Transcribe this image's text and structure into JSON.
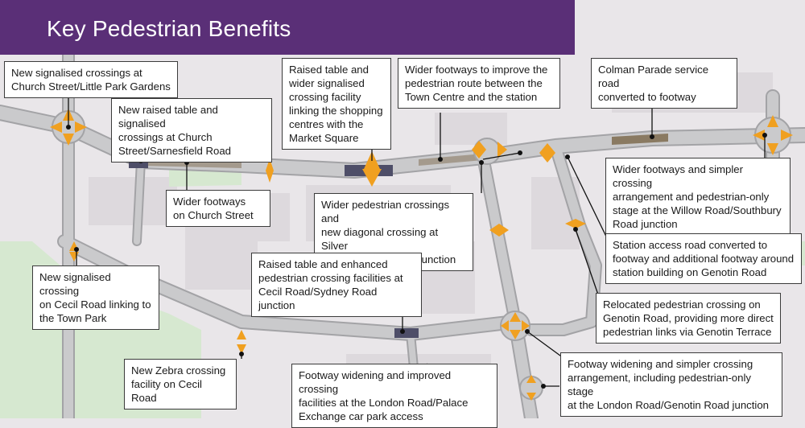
{
  "title": "Key Pedestrian Benefits",
  "colors": {
    "title_bar": "#5a2f77",
    "road": "#c9c9cb",
    "road_edge": "#9d9d9f",
    "green_space": "#d6e8d0",
    "footway_highlight": "#8a7a62",
    "crossing_marker": "#f0a020",
    "raised_table": "#4e4e68"
  },
  "callouts": [
    {
      "id": "church-street-little-park",
      "text": "New signalised crossings at\nChurch Street/Little Park Gardens"
    },
    {
      "id": "church-street-sarnesfield",
      "text": "New raised table and signalised\ncrossings at Church\nStreet/Sarnesfield Road"
    },
    {
      "id": "church-street-footways",
      "text": "Wider footways\non Church Street"
    },
    {
      "id": "market-square-table",
      "text": "Raised table and\nwider signalised\ncrossing facility\nlinking the shopping\ncentres with the\nMarket Square"
    },
    {
      "id": "town-centre-station-footways",
      "text": "Wider footways to improve the\npedestrian route between the\nTown Centre and the station"
    },
    {
      "id": "colman-parade",
      "text": "Colman Parade service road\nconverted to footway"
    },
    {
      "id": "willow-southbury",
      "text": "Wider footways and simpler crossing\narrangement and pedestrian-only\nstage at the Willow Road/Southbury\nRoad junction"
    },
    {
      "id": "silver-london-diagonal",
      "text": "Wider pedestrian crossings and\nnew diagonal crossing at Silver\nStreet/London Road junction"
    },
    {
      "id": "station-access-road",
      "text": "Station access road converted to\nfootway and additional footway around\nstation building on Genotin Road"
    },
    {
      "id": "cecil-town-park",
      "text": "New signalised crossing\non Cecil Road linking to\nthe Town Park"
    },
    {
      "id": "cecil-sydney",
      "text": "Raised table and enhanced\npedestrian crossing facilities at\nCecil Road/Sydney Road junction"
    },
    {
      "id": "genotin-relocated",
      "text": "Relocated pedestrian crossing on\nGenotin Road, providing more direct\npedestrian links via Genotin Terrace"
    },
    {
      "id": "london-genotin",
      "text": "Footway widening and simpler crossing\narrangement, including pedestrian-only stage\nat the London Road/Genotin Road junction"
    },
    {
      "id": "cecil-zebra",
      "text": "New Zebra crossing\nfacility on Cecil Road"
    },
    {
      "id": "palace-exchange",
      "text": "Footway widening and improved crossing\nfacilities at the London Road/Palace\nExchange car park access"
    }
  ]
}
